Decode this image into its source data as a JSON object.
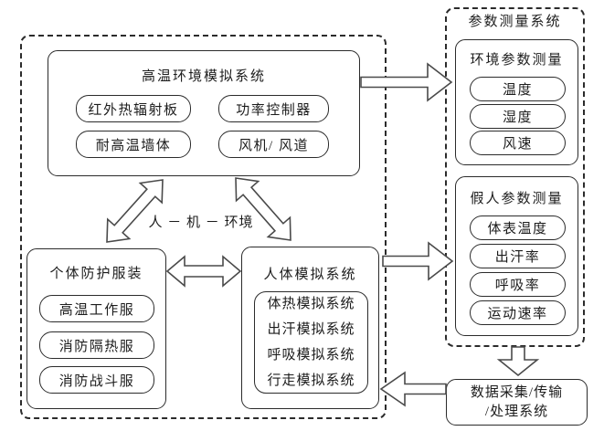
{
  "colors": {
    "background": "#ffffff",
    "line": "#2b2b2b",
    "arrow_stroke": "#4a4a4a",
    "text": "#1c1c1c"
  },
  "left_panel": {
    "env_sim": {
      "title": "高温环境模拟系统",
      "items": [
        "红外热辐射板",
        "功率控制器",
        "耐高温墙体",
        "风机/ 风道"
      ]
    },
    "triangle_label": "人 － 机 － 环境",
    "ppe": {
      "title": "个体防护服装",
      "items": [
        "高温工作服",
        "消防隔热服",
        "消防战斗服"
      ]
    },
    "human_sim": {
      "title": "人体模拟系统",
      "items": [
        "体热模拟系统",
        "出汗模拟系统",
        "呼吸模拟系统",
        "行走模拟系统"
      ]
    }
  },
  "right_panel": {
    "title": "参数测量系统",
    "env_measure": {
      "title": "环境参数测量",
      "items": [
        "温度",
        "湿度",
        "风速"
      ]
    },
    "manikin_measure": {
      "title": "假人参数测量",
      "items": [
        "体表温度",
        "出汗率",
        "呼吸率",
        "运动速率"
      ]
    }
  },
  "data_system": {
    "line1": "数据采集/传输",
    "line2": "/处理系统"
  },
  "connectors": [
    {
      "name": "env-sim-to-env-measure",
      "direction": "right"
    },
    {
      "name": "human-sim-to-manikin-measure",
      "direction": "right"
    },
    {
      "name": "measure-system-to-data-system",
      "direction": "down"
    },
    {
      "name": "data-system-to-human-sim",
      "direction": "left"
    },
    {
      "name": "ppe-to-env-sim",
      "direction": "both"
    },
    {
      "name": "human-sim-to-env-sim",
      "direction": "both"
    },
    {
      "name": "ppe-to-human-sim",
      "direction": "both"
    }
  ]
}
